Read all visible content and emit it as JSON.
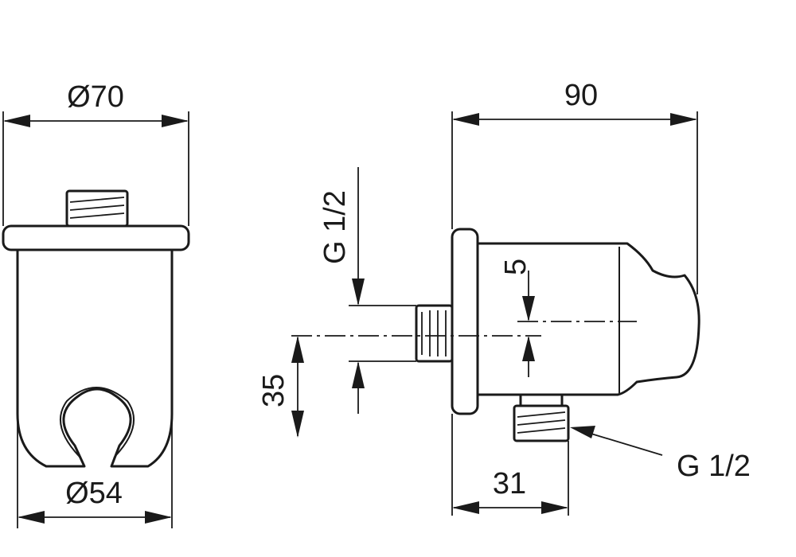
{
  "dimensions": {
    "outer_diameter": "Ø70",
    "inner_diameter": "Ø54",
    "depth": "90",
    "center_offset": "35",
    "inlet_thread": "G 1/2",
    "small_gap": "5",
    "outlet_offset": "31",
    "outlet_thread": "G 1/2"
  }
}
